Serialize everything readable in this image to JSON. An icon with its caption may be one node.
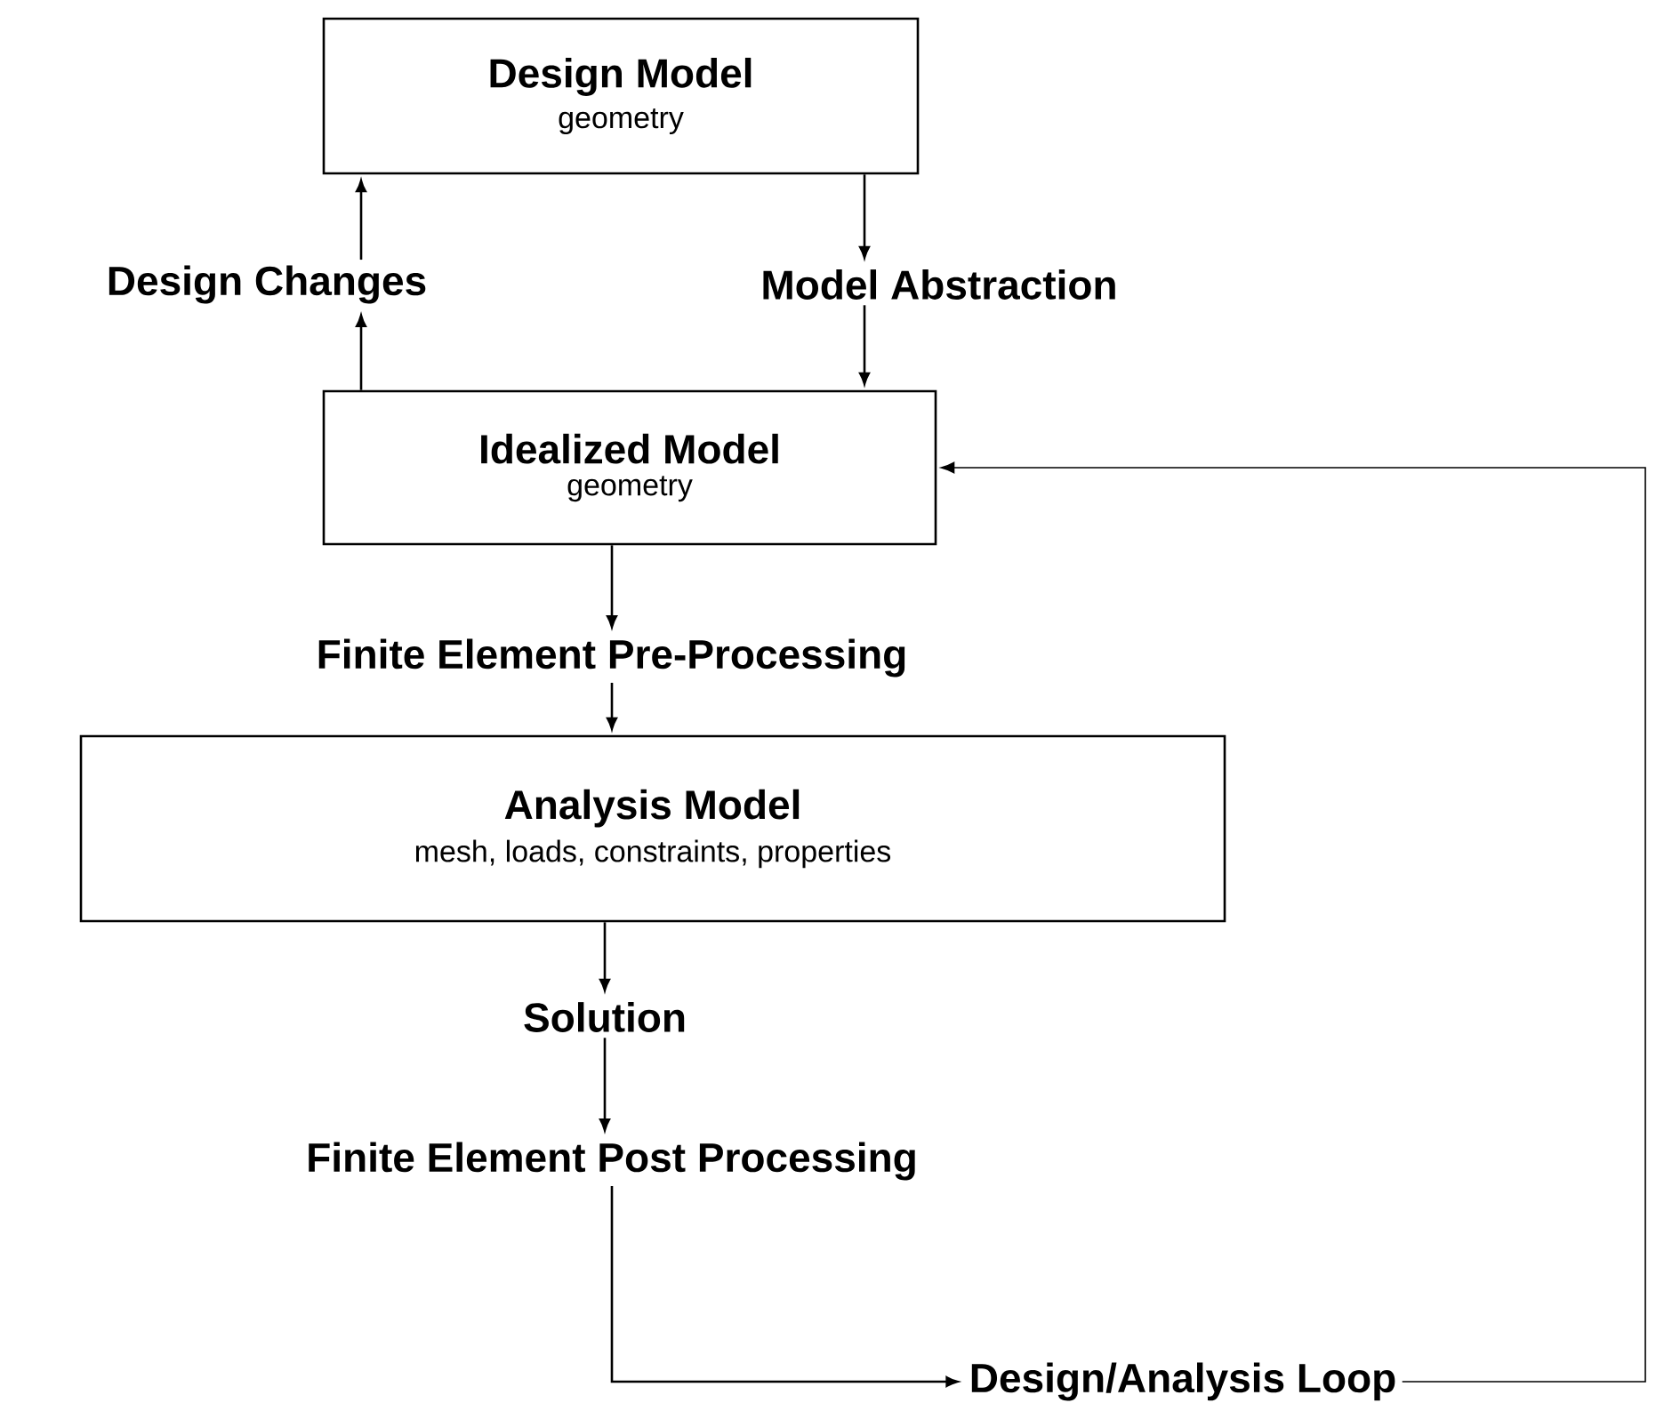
{
  "diagram": {
    "nodes": [
      {
        "text": [
          "Design Model",
          "geometry"
        ]
      },
      {
        "text": [
          "Design Changes"
        ]
      },
      {
        "text": [
          "Model Abstraction"
        ]
      },
      {
        "text": [
          "Idealized Model",
          "geometry"
        ]
      },
      {
        "text": [
          "Finite Element Pre-Processing"
        ]
      },
      {
        "text": [
          "Analysis Model",
          "mesh, loads, constraints, properties"
        ]
      },
      {
        "text": [
          "Solution"
        ]
      },
      {
        "text": [
          "Finite Element Post Processing"
        ]
      },
      {
        "text": [
          "Design/Analysis Loop"
        ]
      }
    ],
    "edges": [
      {
        "from": 3,
        "to": 1,
        "arrow": "to"
      },
      {
        "from": 1,
        "to": 0,
        "arrow": "to"
      },
      {
        "from": 0,
        "to": 2,
        "arrow": "to"
      },
      {
        "from": 2,
        "to": 3,
        "arrow": "to"
      },
      {
        "from": 3,
        "to": 4,
        "arrow": "to"
      },
      {
        "from": 4,
        "to": 5,
        "arrow": "to"
      },
      {
        "from": 5,
        "to": 6,
        "arrow": "to"
      },
      {
        "from": 6,
        "to": 7,
        "arrow": "to"
      },
      {
        "from": 7,
        "to": 8,
        "arrow": "to"
      },
      {
        "from": 8,
        "to": 3,
        "arrow": "to"
      }
    ]
  }
}
